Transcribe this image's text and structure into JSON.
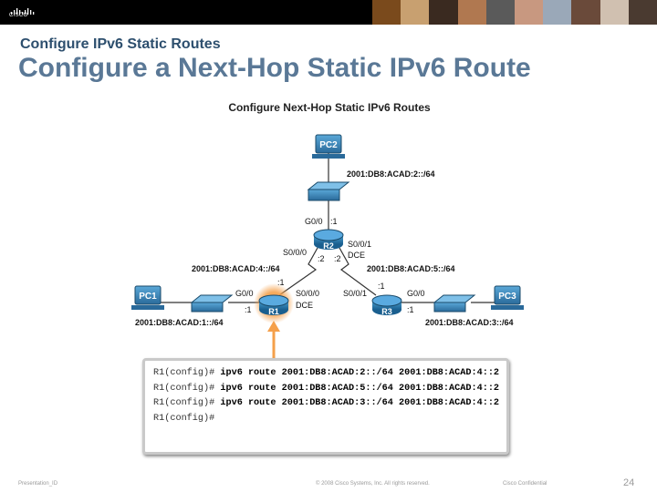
{
  "header": {
    "brand": "CISCO",
    "subtitle": "Configure IPv6 Static Routes",
    "title": "Configure a Next-Hop Static IPv6 Route"
  },
  "diagram": {
    "heading": "Configure Next-Hop Static IPv6 Routes",
    "devices": {
      "pc1": "PC1",
      "pc2": "PC2",
      "pc3": "PC3",
      "r1": "R1",
      "r2": "R2",
      "r3": "R3"
    },
    "networks": {
      "lan2": "2001:DB8:ACAD:2::/64",
      "wan4": "2001:DB8:ACAD:4::/64",
      "wan5": "2001:DB8:ACAD:5::/64",
      "lan1": "2001:DB8:ACAD:1::/64",
      "lan3": "2001:DB8:ACAD:3::/64"
    },
    "interfaces": {
      "r2_g00": "G0/0",
      "r2_g00_host": ":1",
      "r2_s000": "S0/0/0",
      "r2_s000_host": ":2",
      "r2_s001": "S0/0/1",
      "r2_s001_dce": "DCE",
      "r2_s001_host": ":2",
      "r1_g00": "G0/0",
      "r1_g00_host": ":1",
      "r1_s000": "S0/0/0",
      "r1_s000_dce": "DCE",
      "r1_s000_host": ":1",
      "r3_s001": "S0/0/1",
      "r3_s001_host": ":1",
      "r3_g00": "G0/0",
      "r3_g00_host": ":1"
    },
    "colors": {
      "link": "#333333",
      "router": "#1f6f9f",
      "switch": "#2e7bb0",
      "pc": "#2e7bb0",
      "arrow": "#f5a04a"
    }
  },
  "cli": {
    "prompt": "R1(config)#",
    "lines": [
      {
        "prompt": "R1(config)#",
        "command": "ipv6 route 2001:DB8:ACAD:2::/64 2001:DB8:ACAD:4::2"
      },
      {
        "prompt": "R1(config)#",
        "command": "ipv6 route 2001:DB8:ACAD:5::/64 2001:DB8:ACAD:4::2"
      },
      {
        "prompt": "R1(config)#",
        "command": "ipv6 route 2001:DB8:ACAD:3::/64 2001:DB8:ACAD:4::2"
      },
      {
        "prompt": "R1(config)#",
        "command": ""
      }
    ]
  },
  "footer": {
    "left": "Presentation_ID",
    "center": "© 2008 Cisco Systems, Inc. All rights reserved.",
    "right": "Cisco Confidential",
    "page": "24"
  }
}
